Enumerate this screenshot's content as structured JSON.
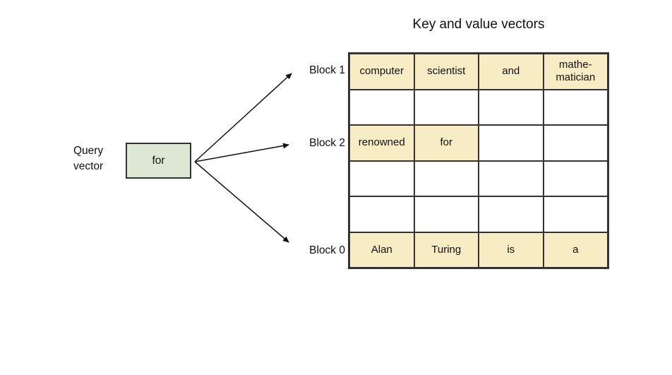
{
  "title": "Key and value vectors",
  "query": {
    "label_line1": "Query",
    "label_line2": "vector",
    "box_text": "for"
  },
  "blocks": [
    {
      "label": "Block 1"
    },
    {
      "label": "Block 2"
    },
    {
      "label": "Block 0"
    }
  ],
  "table": {
    "rows": [
      {
        "cells": [
          {
            "text": "computer",
            "highlight": true
          },
          {
            "text": "scientist",
            "highlight": true
          },
          {
            "text": "and",
            "highlight": true
          },
          {
            "text": "mathe-\nmatician",
            "highlight": true
          }
        ]
      },
      {
        "cells": [
          {
            "text": "",
            "highlight": false
          },
          {
            "text": "",
            "highlight": false
          },
          {
            "text": "",
            "highlight": false
          },
          {
            "text": "",
            "highlight": false
          }
        ]
      },
      {
        "cells": [
          {
            "text": "renowned",
            "highlight": true
          },
          {
            "text": "for",
            "highlight": true
          },
          {
            "text": "",
            "highlight": false
          },
          {
            "text": "",
            "highlight": false
          }
        ]
      },
      {
        "cells": [
          {
            "text": "",
            "highlight": false
          },
          {
            "text": "",
            "highlight": false
          },
          {
            "text": "",
            "highlight": false
          },
          {
            "text": "",
            "highlight": false
          }
        ]
      },
      {
        "cells": [
          {
            "text": "",
            "highlight": false
          },
          {
            "text": "",
            "highlight": false
          },
          {
            "text": "",
            "highlight": false
          },
          {
            "text": "",
            "highlight": false
          }
        ]
      },
      {
        "cells": [
          {
            "text": "Alan",
            "highlight": true
          },
          {
            "text": "Turing",
            "highlight": true
          },
          {
            "text": "is",
            "highlight": true
          },
          {
            "text": "a",
            "highlight": true
          }
        ]
      }
    ]
  },
  "colors": {
    "highlight": "#f7ecc4",
    "query_box": "#dce8d3",
    "border": "#333333",
    "arrow": "#111111"
  }
}
